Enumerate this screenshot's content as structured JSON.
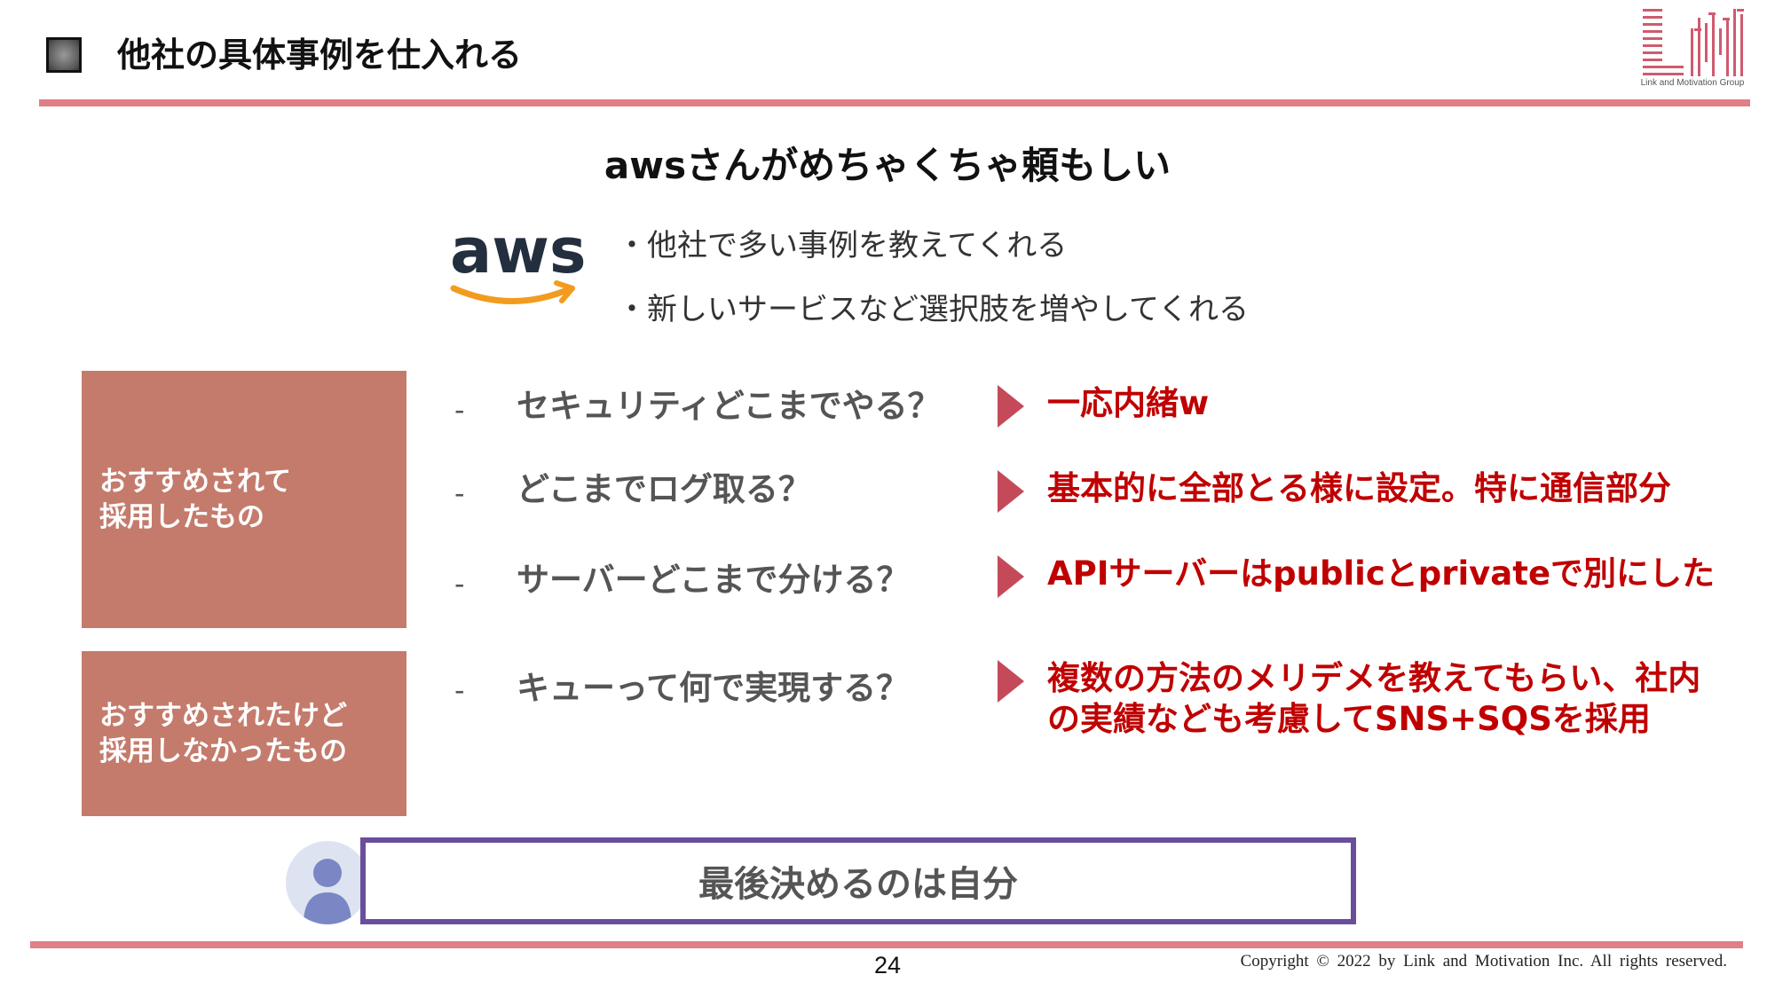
{
  "header": {
    "title": "他社の具体事例を仕入れる",
    "logo_caption": "Link and Motivation Group"
  },
  "headline": "awsさんがめちゃくちゃ頼もしい",
  "aws": {
    "logo_text": "aws",
    "points": [
      "・他社で多い事例を教えてくれる",
      "・新しいサービスなど選択肢を増やしてくれる"
    ]
  },
  "categories": [
    {
      "line1": "おすすめされて",
      "line2": "採用したもの"
    },
    {
      "line1": "おすすめされたけど",
      "line2": "採用しなかったもの"
    }
  ],
  "rows": [
    {
      "dash": "-",
      "question": "セキュリティどこまでやる？",
      "answer": [
        "一応内緒w"
      ]
    },
    {
      "dash": "-",
      "question": "どこまでログ取る？",
      "answer": [
        "基本的に全部とる様に設定。特に通信部分"
      ]
    },
    {
      "dash": "-",
      "question": "サーバーどこまで分ける？",
      "answer": [
        "APIサーバーはpublicとprivateで別にした"
      ]
    },
    {
      "dash": "-",
      "question": "キューって何で実現する？",
      "answer": [
        "複数の方法のメリデメを教えてもらい、社内",
        "の実績なども考慮してSNS+SQSを採用"
      ]
    }
  ],
  "conclusion": "最後決めるのは自分",
  "footer": {
    "page_number": "24",
    "copyright": "Copyright ©   2022   by   Link and Motivation Inc.  All  rights  reserved."
  },
  "colors": {
    "accent_rule": "#e07f86",
    "category_box": "#c47b6c",
    "answer_text": "#c00000",
    "conclusion_border": "#6a4e9c",
    "aws_orange": "#f29b1f"
  },
  "icons": [
    "title-square-icon",
    "aws-logo",
    "triangle-bullet-icon",
    "user-avatar-icon",
    "company-logo"
  ]
}
